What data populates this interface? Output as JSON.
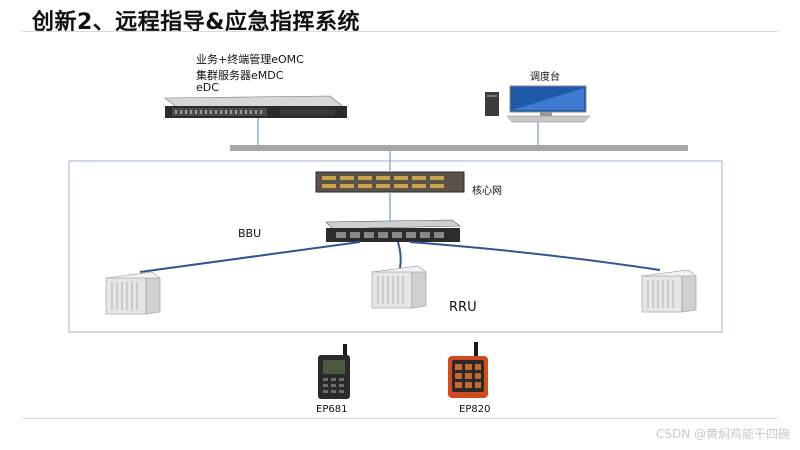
{
  "title": "创新2、远程指导&应急指挥系统",
  "labels": {
    "omc": "业务+终端管理eOMC",
    "mdc": "集群服务器eMDC",
    "edc": "eDC",
    "console": "调度台",
    "core": "核心网",
    "bbu": "BBU",
    "rru": "RRU",
    "ep681": "EP681",
    "ep820": "EP820"
  },
  "watermark": "CSDN @黄焖鸡能干四碗"
}
